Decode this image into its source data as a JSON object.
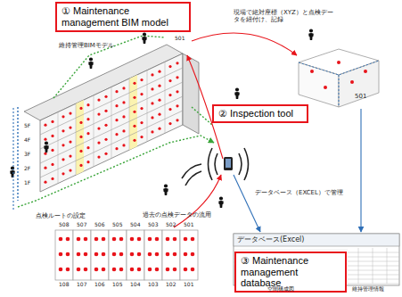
{
  "diagram": {
    "nodes": [
      {
        "text": [
          "① Maintenance management BIM model"
        ]
      },
      {
        "text": [
          "② Inspection tool"
        ]
      },
      {
        "text": [
          "③ Maintenance management database"
        ]
      }
    ],
    "labels": [
      "維持管理BIMモデル",
      "501",
      "現場で絶対座標（XYZ）と点検データを紐付け、記録",
      "501",
      "データベース（EXCEL）で管理",
      "点検ルートの設定",
      "過去の点検データの流用",
      "5F",
      "4F",
      "3F",
      "2F",
      "1F",
      "508",
      "507",
      "506",
      "505",
      "504",
      "503",
      "502",
      "501",
      "108",
      "107",
      "106",
      "105",
      "104",
      "103",
      "102",
      "101",
      "データベース(Excel)",
      "空間構成図",
      "維持管理情報"
    ]
  }
}
